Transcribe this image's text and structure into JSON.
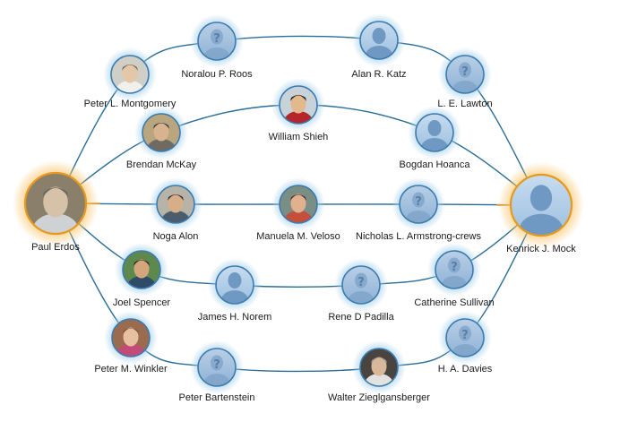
{
  "colors": {
    "edge": "#2a6d97",
    "edge_endpoint": "#e3a02a",
    "ring": "#3a7bb0",
    "ring_endpoint": "#e59a1f",
    "glow": "#9fcde9",
    "glow_endpoint": "#f9c46b",
    "placeholder_bg": "#a9c8e4",
    "placeholder_fg": "#6f99c2"
  },
  "people": [
    {
      "id": "erdos",
      "name": "Paul Erdos",
      "avatar": "photo",
      "role": "endpoint"
    },
    {
      "id": "mock",
      "name": "Kenrick J. Mock",
      "avatar": "silhouette",
      "role": "endpoint"
    },
    {
      "id": "montgomery",
      "name": "Peter L. Montgomery",
      "avatar": "photo"
    },
    {
      "id": "roos",
      "name": "Noralou P. Roos",
      "avatar": "unknown"
    },
    {
      "id": "katz",
      "name": "Alan R. Katz",
      "avatar": "silhouette"
    },
    {
      "id": "lawton",
      "name": "L. E. Lawton",
      "avatar": "unknown"
    },
    {
      "id": "mckay",
      "name": "Brendan McKay",
      "avatar": "photo"
    },
    {
      "id": "shieh",
      "name": "William Shieh",
      "avatar": "photo"
    },
    {
      "id": "hoanca",
      "name": "Bogdan Hoanca",
      "avatar": "silhouette"
    },
    {
      "id": "alon",
      "name": "Noga Alon",
      "avatar": "photo"
    },
    {
      "id": "veloso",
      "name": "Manuela M. Veloso",
      "avatar": "photo"
    },
    {
      "id": "armstrong",
      "name": "Nicholas L. Armstrong-crews",
      "avatar": "unknown"
    },
    {
      "id": "spencer",
      "name": "Joel Spencer",
      "avatar": "photo"
    },
    {
      "id": "norem",
      "name": "James H. Norem",
      "avatar": "silhouette"
    },
    {
      "id": "padilla",
      "name": "Rene D Padilla",
      "avatar": "unknown"
    },
    {
      "id": "sullivan",
      "name": "Catherine Sullivan",
      "avatar": "unknown"
    },
    {
      "id": "winkler",
      "name": "Peter M. Winkler",
      "avatar": "photo"
    },
    {
      "id": "bartenstein",
      "name": "Peter Bartenstein",
      "avatar": "unknown"
    },
    {
      "id": "zieglgansberger",
      "name": "Walter Zieglgansberger",
      "avatar": "photo"
    },
    {
      "id": "davies",
      "name": "H. A. Davies",
      "avatar": "unknown"
    }
  ],
  "paths": [
    [
      "erdos",
      "montgomery",
      "roos",
      "katz",
      "lawton",
      "mock"
    ],
    [
      "erdos",
      "mckay",
      "shieh",
      "hoanca",
      "mock"
    ],
    [
      "erdos",
      "alon",
      "veloso",
      "armstrong",
      "mock"
    ],
    [
      "erdos",
      "spencer",
      "norem",
      "padilla",
      "sullivan",
      "mock"
    ],
    [
      "erdos",
      "winkler",
      "bartenstein",
      "zieglgansberger",
      "davies",
      "mock"
    ]
  ]
}
